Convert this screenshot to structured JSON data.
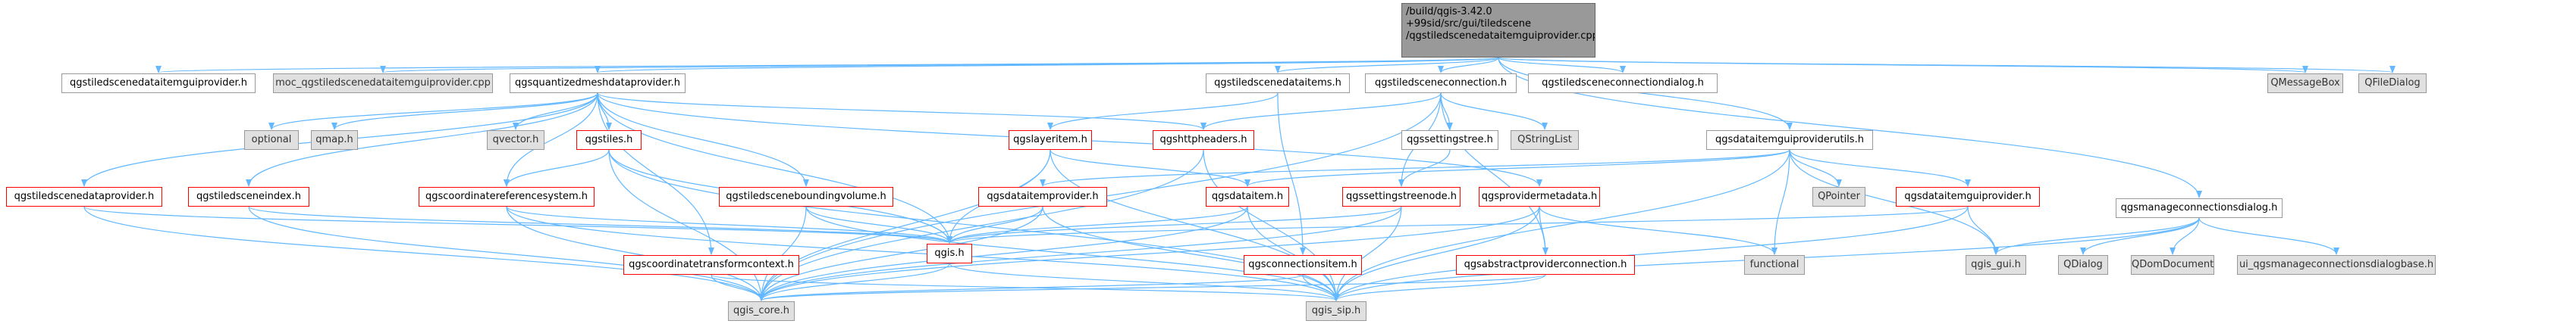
{
  "root": {
    "lines": [
      "/build/qgis-3.42.0",
      "+99sid/src/gui/tiledscene",
      "/qgstiledscenedataitemguiprovider.cpp"
    ]
  },
  "nodes": {
    "dataitemguiprovider_h": "qgstiledscenedataitemguiprovider.h",
    "moc_cpp": "moc_qgstiledscenedataitemguiprovider.cpp",
    "quantized": "qgsquantizedmeshdataprovider.h",
    "tiledscenedataitems": "qgstiledscenedataitems.h",
    "sceneconnection": "qgstiledsceneconnection.h",
    "connectiondialog": "qgstiledsceneconnectiondialog.h",
    "qmessagebox": "QMessageBox",
    "qfiledialog": "QFileDialog",
    "optional": "optional",
    "qmap": "qmap.h",
    "qvector": "qvector.h",
    "qgstiles": "qgstiles.h",
    "layeritem": "qgslayeritem.h",
    "httpheaders": "qgshttpheaders.h",
    "settingstree": "qgssettingstree.h",
    "qstringlist": "QStringList",
    "dataitemguiproviderutils": "qgsdataitemguiproviderutils.h",
    "scenedataprovider": "qgstiledscenedataprovider.h",
    "sceneindex": "qgstiledsceneindex.h",
    "coordref": "qgscoordinatereferencesystem.h",
    "boundingvolume": "qgstiledsceneboundingvolume.h",
    "dataitemprovider": "qgsdataitemprovider.h",
    "dataitem": "qgsdataitem.h",
    "settingstreenode": "qgssettingstreenode.h",
    "providermetadata": "qgsprovidermetadata.h",
    "qpointer": "QPointer",
    "dataitemguiprovider": "qgsdataitemguiprovider.h",
    "manageconnections": "qgsmanageconnectionsdialog.h",
    "qgis_h": "qgis.h",
    "coordtransform": "qgscoordinatetransformcontext.h",
    "connectionsitem": "qgsconnectionsitem.h",
    "abstractprovconn": "qgsabstractproviderconnection.h",
    "functional": "functional",
    "qgis_gui": "qgis_gui.h",
    "qdialog": "QDialog",
    "qdomdocument": "QDomDocument",
    "ui_manage": "ui_qgsmanageconnectionsdialogbase.h",
    "qgis_core": "qgis_core.h",
    "qgis_sip": "qgis_sip.h"
  },
  "edge_color": "#63b8ff",
  "arrow_color": "#63b8ff"
}
